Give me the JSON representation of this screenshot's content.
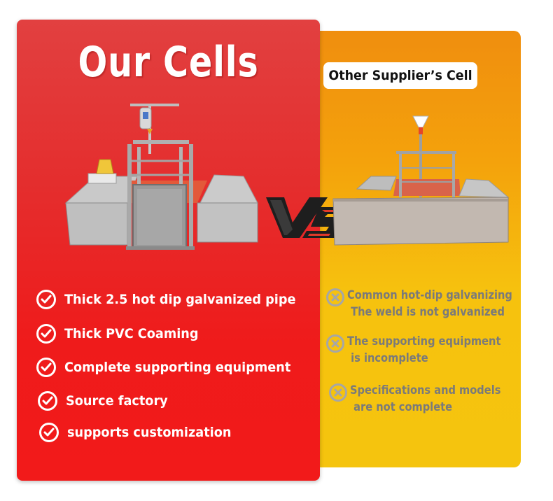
{
  "colors": {
    "ours_panel": "#e42e2e",
    "other_panel": "#f5b00d",
    "ours_text": "#ffffff",
    "other_text": "#7a7a7a"
  },
  "ours": {
    "title": "Our Cells",
    "image": "farrowing-crate-photo",
    "features": [
      {
        "icon": "check-circle-icon",
        "label": "Thick 2.5 hot dip galvanized pipe"
      },
      {
        "icon": "check-circle-icon",
        "label": "Thick PVC Coaming"
      },
      {
        "icon": "check-circle-icon",
        "label": "Complete supporting equipment"
      },
      {
        "icon": "check-circle-icon",
        "label": "Source factory"
      },
      {
        "icon": "check-circle-icon",
        "label": "supports customization"
      }
    ]
  },
  "vs_label": "VS",
  "other": {
    "title": "Other Supplier’s Cell",
    "image": "farrowing-crate-photo",
    "drawbacks": [
      {
        "icon": "x-circle-icon",
        "line1": "Common hot-dip galvanizing",
        "line2": "The weld is not galvanized"
      },
      {
        "icon": "x-circle-icon",
        "line1": "The supporting equipment",
        "line2": "is incomplete"
      },
      {
        "icon": "x-circle-icon",
        "line1": "Specifications and models",
        "line2": "are not complete"
      }
    ]
  }
}
